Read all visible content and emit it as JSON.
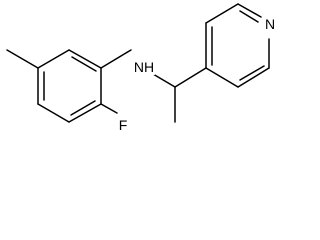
{
  "molecule": {
    "atoms": {
      "nitrogen_amine": "NH",
      "nitrogen_pyridine": "N",
      "fluorine": "F"
    }
  },
  "colors": {
    "bond": "#000000",
    "label": "#000000",
    "background": "#ffffff"
  }
}
